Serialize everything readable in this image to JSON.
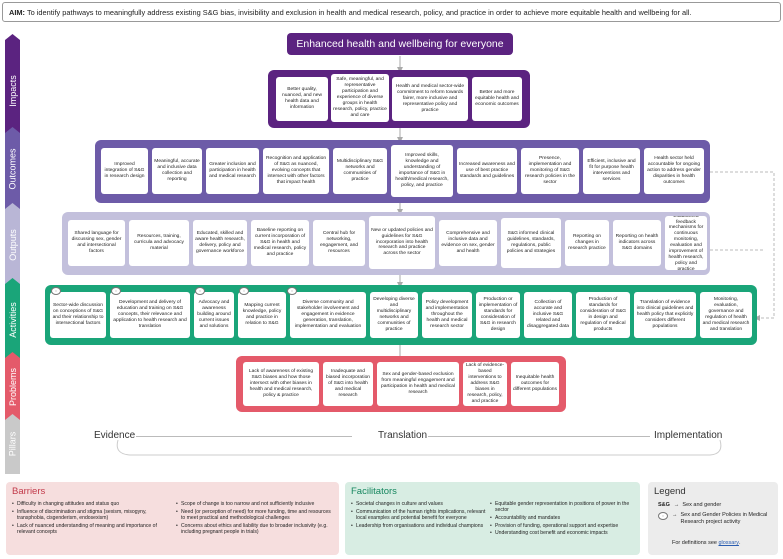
{
  "aim": {
    "label": "AIM:",
    "text": "To identify pathways to meaningfully address existing S&G bias, invisibility and exclusion in health and medical research, policy, and practice in order to achieve more equitable health and wellbeing for all."
  },
  "side_arrows": [
    {
      "label": "Impacts",
      "color": "#5b2380"
    },
    {
      "label": "Outcomes",
      "color": "#6d5ba8"
    },
    {
      "label": "Outputs",
      "color": "#b9b6d6"
    },
    {
      "label": "Activities",
      "color": "#1aa579"
    },
    {
      "label": "Problems",
      "color": "#e45a6a"
    },
    {
      "label": "Pillars",
      "color": "#c9c9c9"
    }
  ],
  "headline": "Enhanced health and wellbeing for everyone",
  "impacts": [
    "Better quality, nuanced, and new health data and information",
    "Safe, meaningful, and representative participation and experience of diverse groups in health research, policy, practice and care",
    "Health and medical sector-wide commitment to reform towards fairer, more inclusive and representative policy and practice",
    "Better and more equitable health and economic outcomes"
  ],
  "outcomes": [
    "Improved integration of S&G in research design",
    "Meaningful, accurate and inclusive data collection and reporting",
    "Greater inclusion and participation in health and medical research",
    "Recognition and application of S&G as nuanced, evolving concepts that intersect with other factors that impact health",
    "Multidisciplinary S&G networks and communities of practice",
    "Improved skills, knowledge and understanding of importance of S&G in health/medical research, policy, and practice",
    "Increased awareness and use of best practice standards and guidelines",
    "Presence, implementation and monitoring of S&G research policies in the sector",
    "Efficient, inclusive and fit for purpose health interventions and services",
    "Health sector held accountable for ongoing action to address gender disparities in health outcomes"
  ],
  "outputs": [
    "Shared language for discussing sex, gender and intersectional factors",
    "Resources, training, curricula and advocacy material",
    "Educated, skilled and aware health research, delivery, policy and governance workforce",
    "Baseline reporting on current incorporation of S&G in health and medical research, policy and practice",
    "Central hub for networking, engagement, and resources",
    "New or updated policies and guidelines for S&G incorporation into health research and practice across the sector",
    "Comprehensive and inclusive data and evidence on sex, gender and health",
    "S&G informed clinical guidelines, standards, regulations, public policies and strategies",
    "Reporting on changes in research practice",
    "Reporting on health indicators across S&G domains",
    "Established feedback mechanisms for continuous monitoring, evaluation and improvement of health research, policy and practice"
  ],
  "activities": [
    "Sector-wide discussion on conceptions of S&G and their relationship to intersectional factors",
    "Development and delivery of education and training on S&G concepts, their relevance and application to health research and translation",
    "Advocacy and awareness building around current issues and solutions",
    "Mapping current knowledge, policy and practice in relation to S&G",
    "Diverse community and stakeholder involvement and engagement in evidence generation, translation, implementation and evaluation",
    "Developing diverse and multidisciplinary networks and communities of practice",
    "Policy development and implementation throughout the health and medical research sector",
    "Production or implementation of standards for consideration of S&G in research design",
    "Collection of accurate and inclusive S&G related and disaggregated data",
    "Production of standards for consideration of S&G in design and regulation of medical products",
    "Translation of evidence into clinical guidelines and health policy that explicitly considers different populations",
    "Monitoring, evaluation, governance and regulation of health and medical research and translation"
  ],
  "problems": [
    "Lack of awareness of existing S&G biases and how those intersect with other biases in health and medical research, policy & practice",
    "Inadequate and biased incorporation of S&G into health and medical research",
    "Sex and gender-based exclusion from meaningful engagement and participation in health and medical research",
    "Lack of evidence-based interventions to address S&G biases in research, policy, and practice",
    "Inequitable health outcomes for different populations"
  ],
  "pillars": [
    "Evidence",
    "Translation",
    "Implementation"
  ],
  "barriers": {
    "title": "Barriers",
    "col1": [
      "Difficulty in changing attitudes and status quo",
      "Influence of discrimination and stigma (sexism, misogyny, transphobia, cisgenderism, endosexism)",
      "Lack of nuanced understanding of meaning and importance of relevant concepts"
    ],
    "col2": [
      "Scope of change is too narrow and not sufficiently inclusive",
      "Need (or perception of need) for more funding, time and resources to meet practical and methodological challenges",
      "Concerns about ethics and liability due to broader inclusivity (e.g. including pregnant people in trials)"
    ]
  },
  "facilitators": {
    "title": "Facilitators",
    "col1": [
      "Societal changes in culture and values",
      "Communication of the human rights implications, relevant local examples and potential benefit for everyone",
      "Leadership from organisations and individual champions"
    ],
    "col2": [
      "Equitable gender representation in positions of power in the sector",
      "Accountability and mandates",
      "Provision of funding, operational support and expertise",
      "Understanding cost benefit and economic impacts"
    ]
  },
  "legend": {
    "title": "Legend",
    "sg_key": "S&G",
    "sg_value": "Sex and gender",
    "icon_value": "Sex and Gender Policies in Medical Research project activity",
    "footnote_prefix": "For definitions see ",
    "footnote_link": "glossary",
    "footnote_suffix": "."
  },
  "colors": {
    "impacts": "#5b2380",
    "outcomes": "#6d5ba8",
    "outputs": "#c3c0dc",
    "activities": "#1aa579",
    "problems": "#e45a6a",
    "barriers_bg": "#f6dede",
    "facilitators_bg": "#d8ede3",
    "legend_bg": "#ececec"
  }
}
